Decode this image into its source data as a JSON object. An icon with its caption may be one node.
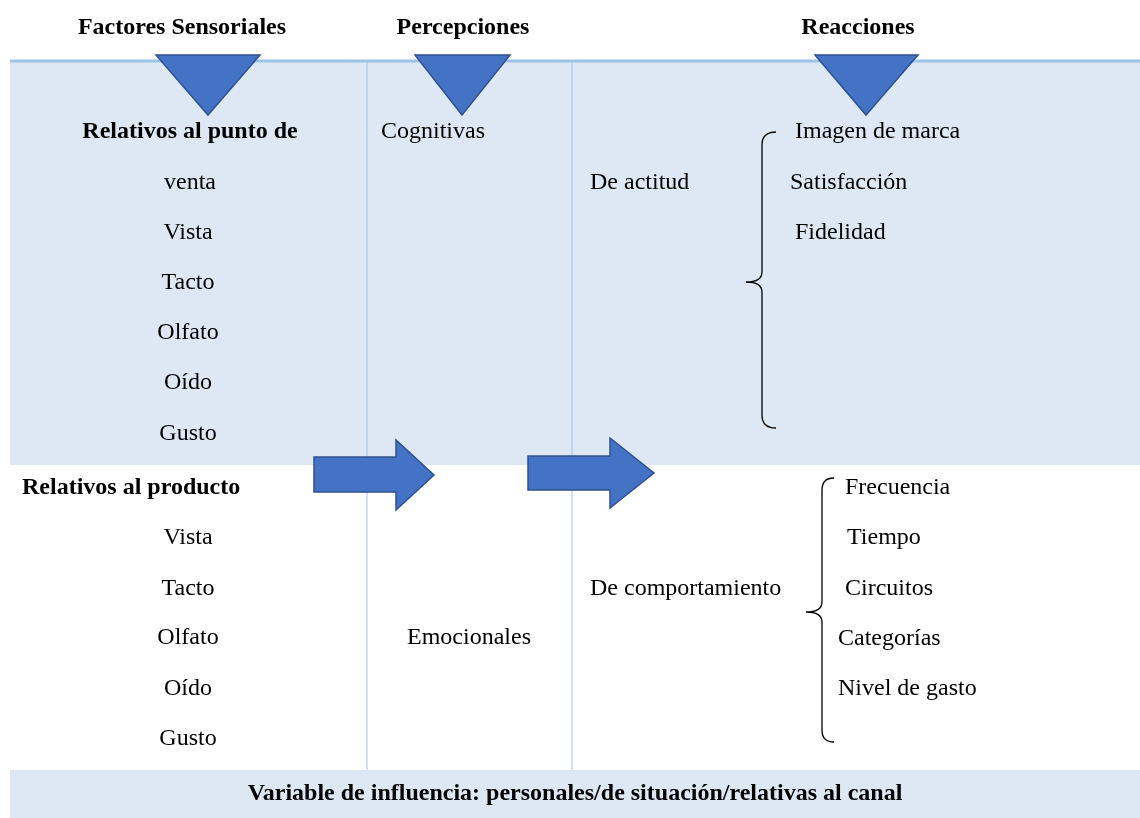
{
  "diagram": {
    "labels": [
      "Factores Sensoriales",
      "Percepciones",
      "Reacciones",
      "Relativos al punto de",
      "venta",
      "Vista",
      "Tacto",
      "Olfato",
      "Oído",
      "Gusto",
      "Cognitivas",
      "De actitud",
      "Imagen de marca",
      "Satisfacción",
      "Fidelidad",
      "Relativos al producto",
      "Vista",
      "Tacto",
      "Olfato",
      "Oído",
      "Gusto",
      "Emocionales",
      "De comportamiento",
      "Frecuencia",
      "Tiempo",
      "Circuitos",
      "Categorías",
      "Nivel de gasto",
      "Variable de influencia: personales/de situación/relativas al canal"
    ]
  }
}
